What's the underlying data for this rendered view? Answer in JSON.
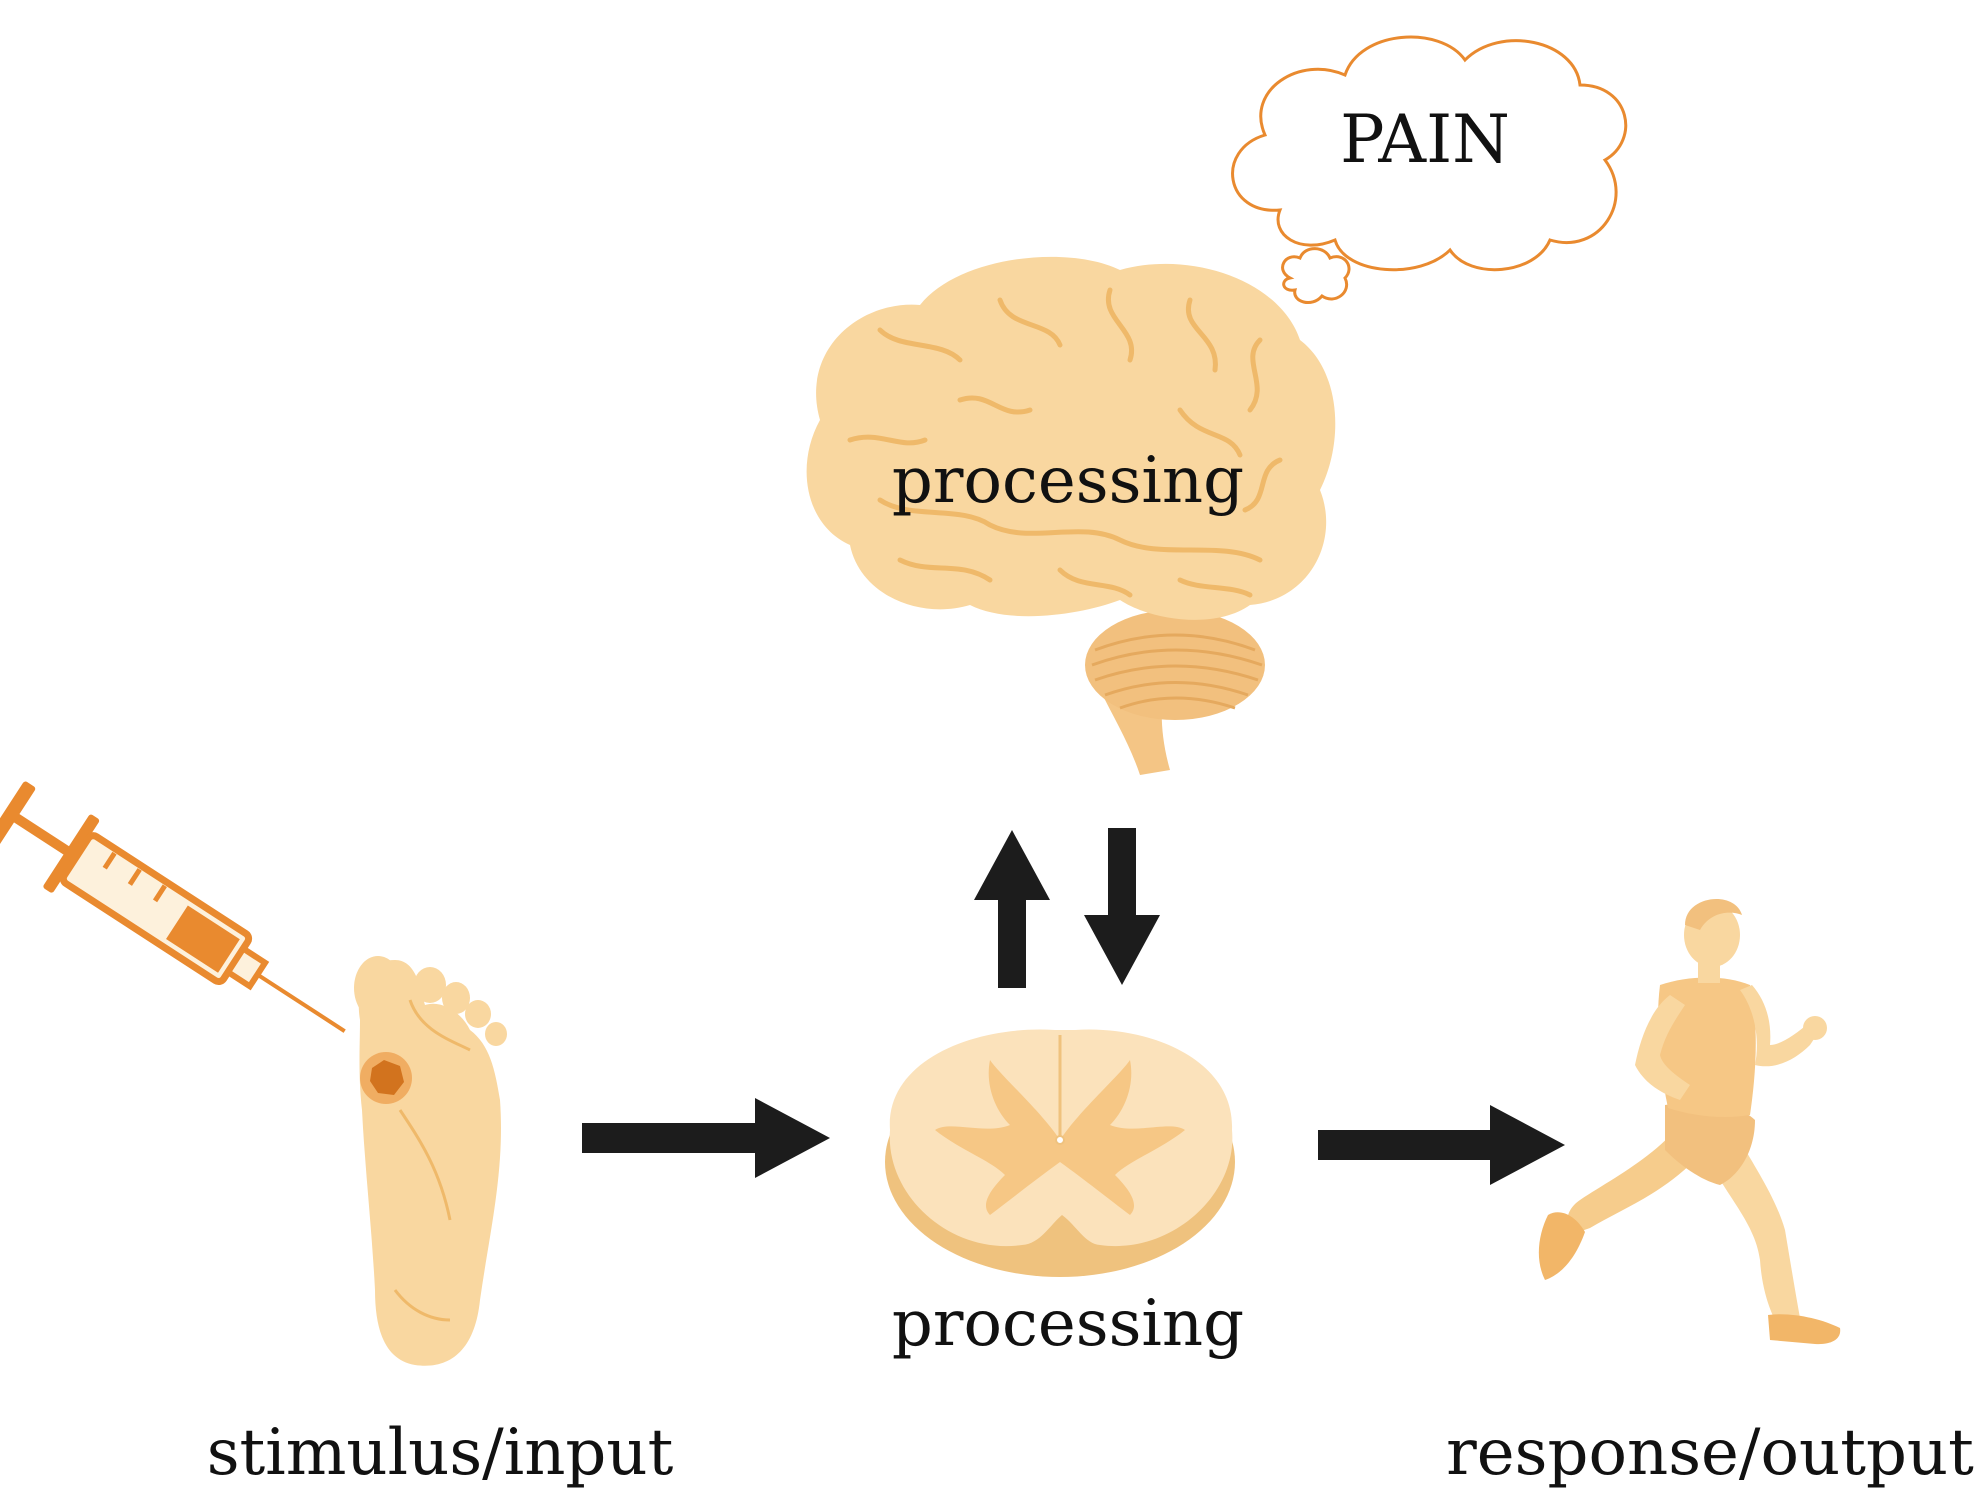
{
  "labels": {
    "pain": "PAIN",
    "brain_processing": "processing",
    "spinal_processing": "processing",
    "stimulus": "stimulus/input",
    "response": "response/output"
  },
  "icons": {
    "syringe": "syringe-icon",
    "foot": "foot-icon",
    "brain": "brain-icon",
    "spinal_cord": "spinal-cord-icon",
    "runner": "runner-icon",
    "thought_cloud": "thought-cloud-icon"
  },
  "colors": {
    "skin": "#f9d7a0",
    "skin_light": "#fce5c0",
    "skin_dark": "#efb96a",
    "accent": "#e98a2f",
    "wound": "#d2731e",
    "arrow": "#1c1c1c",
    "text": "#111111"
  }
}
